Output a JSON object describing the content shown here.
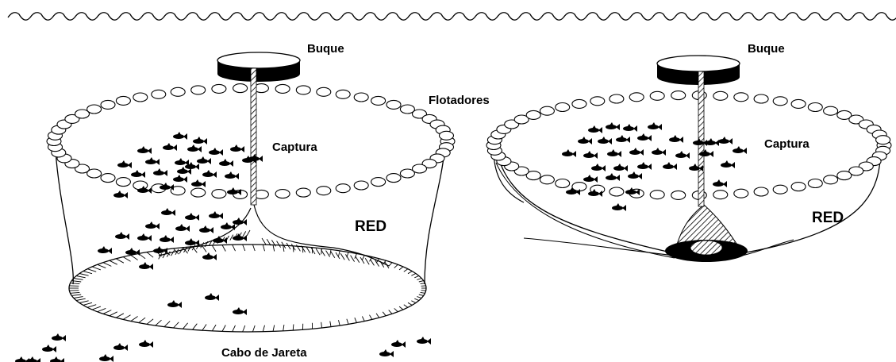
{
  "labels": {
    "left_vessel": "Buque",
    "right_vessel": "Buque",
    "floats": "Flotadores",
    "left_catch": "Captura",
    "right_catch": "Captura",
    "left_net": "RED",
    "right_net": "RED",
    "purse_line": "Cabo de Jareta"
  },
  "colors": {
    "ink": "#000000",
    "background": "#ffffff"
  },
  "icons": [
    "fish-icon",
    "float-icon",
    "vessel-icon"
  ]
}
